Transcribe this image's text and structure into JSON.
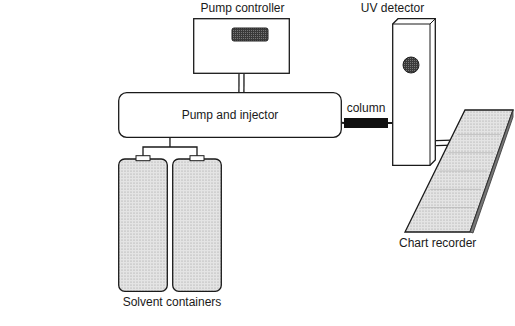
{
  "diagram": {
    "nodes": [
      {
        "text": [
          "Pump controller"
        ]
      },
      {
        "text": [
          "Pump and injector"
        ]
      },
      {
        "text": [
          "column"
        ]
      },
      {
        "text": [
          "UV detector"
        ]
      },
      {
        "text": [
          "Chart recorder"
        ]
      },
      {
        "text": [
          "Solvent containers"
        ]
      }
    ],
    "edges": [
      {
        "from": 0,
        "to": 1,
        "arrow": "none"
      },
      {
        "from": 1,
        "to": 2,
        "arrow": "none"
      },
      {
        "from": 2,
        "to": 3,
        "arrow": "none"
      },
      {
        "from": 3,
        "to": 4,
        "arrow": "none"
      },
      {
        "from": 5,
        "to": 1,
        "arrow": "none"
      }
    ]
  }
}
